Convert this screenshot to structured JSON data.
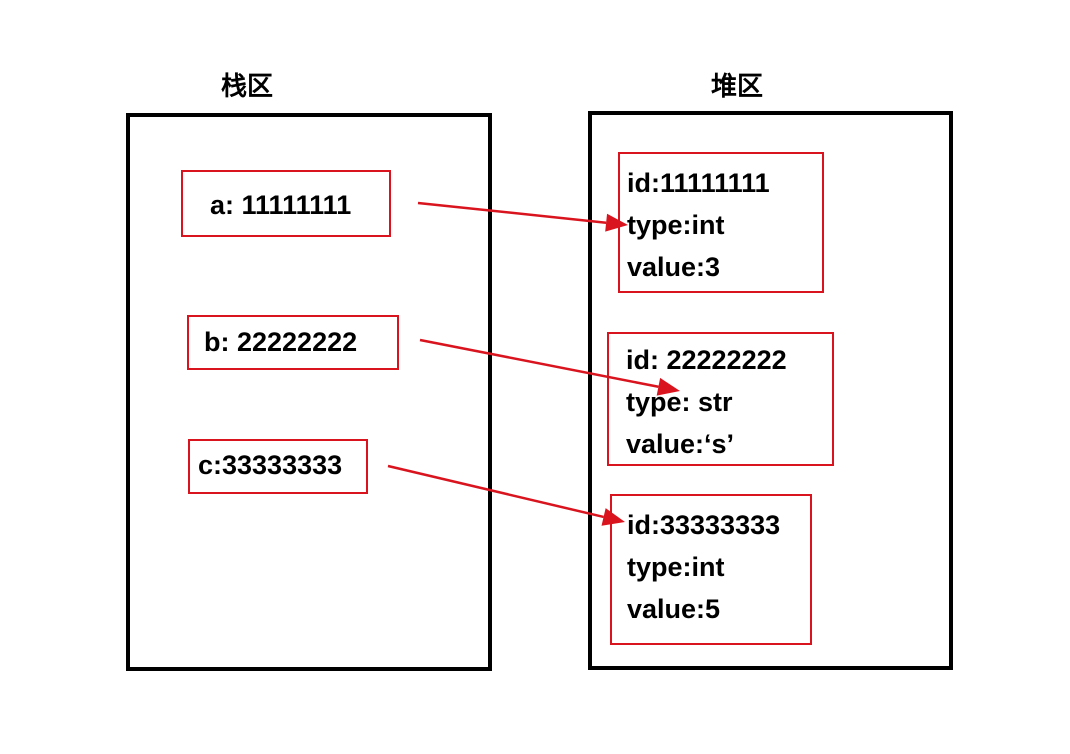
{
  "stack": {
    "title": "栈区",
    "vars": [
      {
        "label": "a: 11111111"
      },
      {
        "label": "b: 22222222"
      },
      {
        "label": "c:33333333"
      }
    ]
  },
  "heap": {
    "title": "堆区",
    "objects": [
      {
        "id": "id:11111111",
        "type": "type:int",
        "value": "value:3"
      },
      {
        "id": "id: 22222222",
        "type": "type: str",
        "value": "value:‘s’"
      },
      {
        "id": "id:33333333",
        "type": "type:int",
        "value": "value:5"
      }
    ]
  },
  "colors": {
    "box_border": "#d9141e",
    "arrow": "#d9141e",
    "region_border": "#000000"
  }
}
